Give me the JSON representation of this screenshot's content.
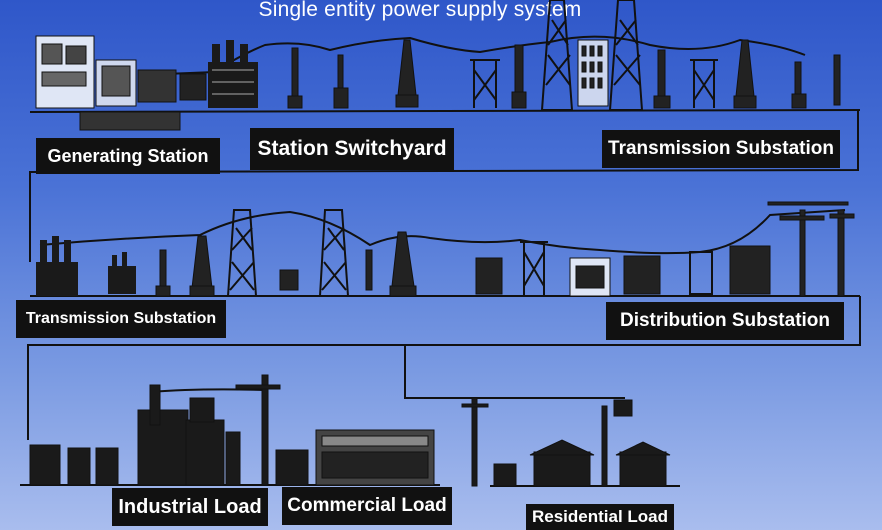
{
  "title": "Single entity power supply system",
  "labels": {
    "generating_station": "Generating Station",
    "station_switchyard": "Station Switchyard",
    "transmission_substation_top": "Transmission Substation",
    "transmission_substation_mid": "Transmission Substation",
    "distribution_substation": "Distribution Substation",
    "industrial_load": "Industrial Load",
    "commercial_load": "Commercial Load",
    "residential_load": "Residential Load"
  },
  "colors": {
    "background_top": "#2f57c9",
    "background_bottom": "#a9bdee",
    "ink": "#111111",
    "label_text": "#ffffff"
  }
}
